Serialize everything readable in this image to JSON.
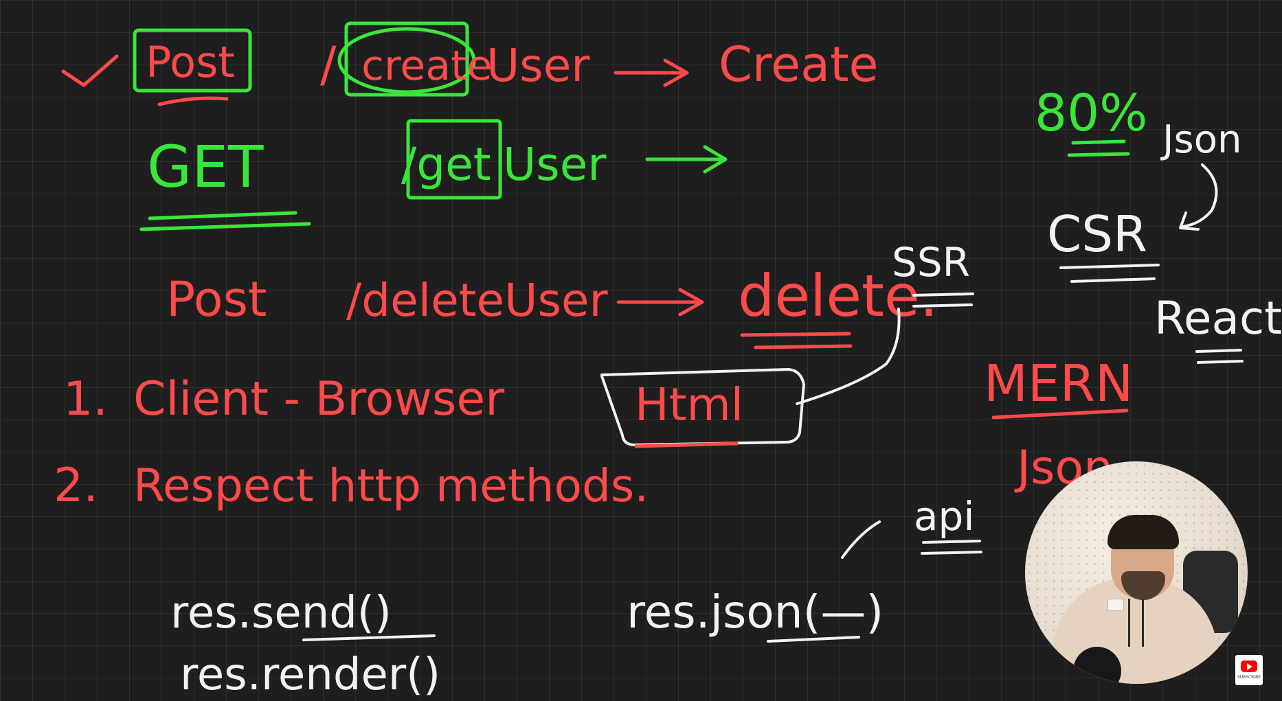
{
  "whiteboard": {
    "rows": {
      "post_create": {
        "method": "Post",
        "route_prefix": "/",
        "route_boxed": "create",
        "route_rest": "User",
        "action": "Create"
      },
      "get_user": {
        "method": "GET",
        "route_boxed": "/get",
        "route_rest": "User"
      },
      "post_delete": {
        "method": "Post",
        "route": "/deleteUser",
        "action": "delete."
      },
      "client_line": {
        "number": "1.",
        "text": "Client - Browser",
        "boxed": "Html"
      },
      "respect_line": {
        "number": "2.",
        "text": "Respect http methods."
      }
    },
    "side_notes": {
      "percent": "80%",
      "json_top": "Json",
      "csr": "CSR",
      "ssr": "SSR",
      "react": "React",
      "mern": "MERN",
      "json_mid": "Json",
      "api": "api"
    },
    "code": {
      "res_send": "res.send()",
      "res_render": "res.render()",
      "res_json": "res.json(—)"
    }
  },
  "colors": {
    "red": "#ff4a4a",
    "green": "#39e639",
    "white": "#f2f2f2",
    "background": "#1e1e1e"
  },
  "overlay": {
    "subscribe_label": "SUBSCRIBE",
    "icon": "youtube-icon"
  }
}
